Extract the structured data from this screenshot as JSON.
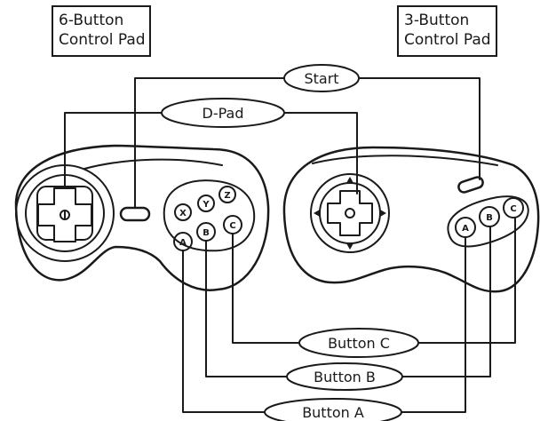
{
  "titles": {
    "six_button": [
      "6-Button",
      "Control Pad"
    ],
    "three_button": [
      "3-Button",
      "Control Pad"
    ]
  },
  "callouts": {
    "start": "Start",
    "dpad": "D-Pad",
    "button_c": "Button C",
    "button_b": "Button B",
    "button_a": "Button A"
  },
  "six_pad_buttons": [
    "A",
    "B",
    "C",
    "X",
    "Y",
    "Z"
  ],
  "three_pad_buttons": [
    "A",
    "B",
    "C"
  ],
  "colors": {
    "ink": "#1a1a1a",
    "paper": "#ffffff"
  }
}
